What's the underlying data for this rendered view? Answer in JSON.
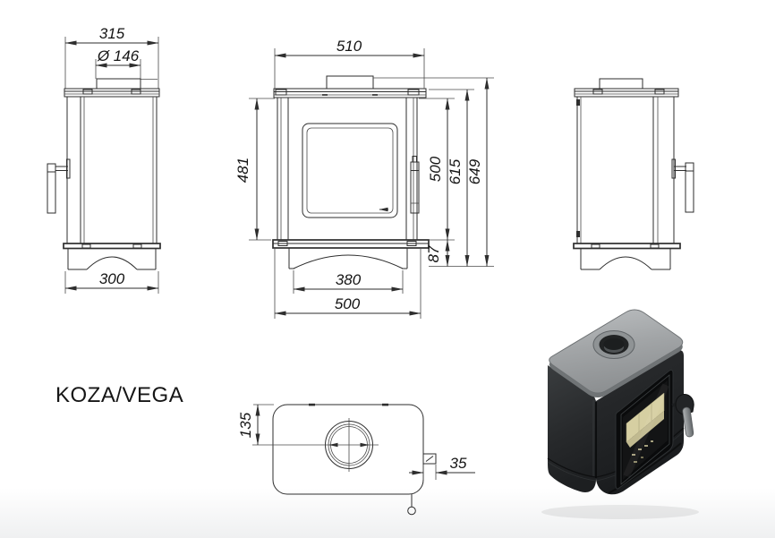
{
  "title": "KOZA/VEGA",
  "views": {
    "left_side": {
      "depth_top": "315",
      "flue_diameter": "Ø 146",
      "depth_base": "300"
    },
    "front": {
      "width_top": "510",
      "glass_height": "481",
      "door_height": "500",
      "upper_height": "615",
      "total_height": "649",
      "base_height": "87",
      "arch_width": "380",
      "width_base": "500"
    },
    "top": {
      "flue_center_offset": "135",
      "handle_offset": "35"
    }
  },
  "colors": {
    "line": "#2e2e2e",
    "text": "#141414",
    "background": "#ffffff",
    "top_plate_3d": "#a6a9ab",
    "body_3d": "#26282a",
    "firebrick_3d": "#d6cfa2",
    "handle_3d": "#9b9ea0"
  }
}
